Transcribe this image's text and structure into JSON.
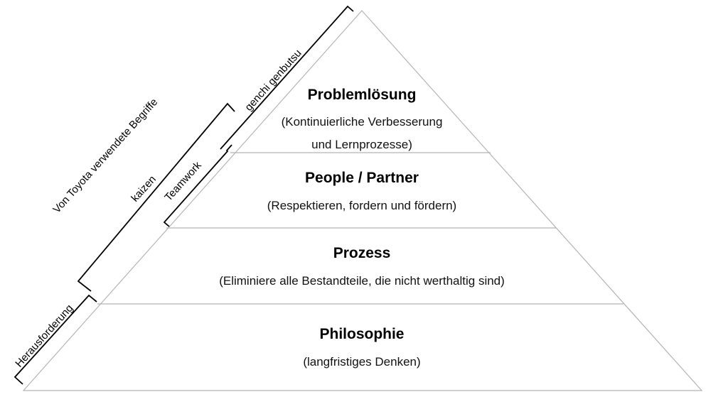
{
  "levels": [
    {
      "title": "Problemlösung",
      "lines": [
        "(Kontinuierliche Verbesserung",
        "und Lernprozesse)"
      ]
    },
    {
      "title": "People / Partner",
      "lines": [
        "(Respektieren, fordern und fördern)"
      ]
    },
    {
      "title": "Prozess",
      "lines": [
        "(Eliminiere alle Bestandteile, die nicht werthaltig sind)"
      ]
    },
    {
      "title": "Philosophie",
      "lines": [
        "(langfristiges Denken)"
      ]
    }
  ],
  "side_labels": {
    "overall": "Von Toyota verwendete Begriffe",
    "genchi": "genchi genbutsu",
    "kaizen": "kaizen",
    "teamwork": "Teamwork",
    "herausforderung": "Herausforderung"
  }
}
